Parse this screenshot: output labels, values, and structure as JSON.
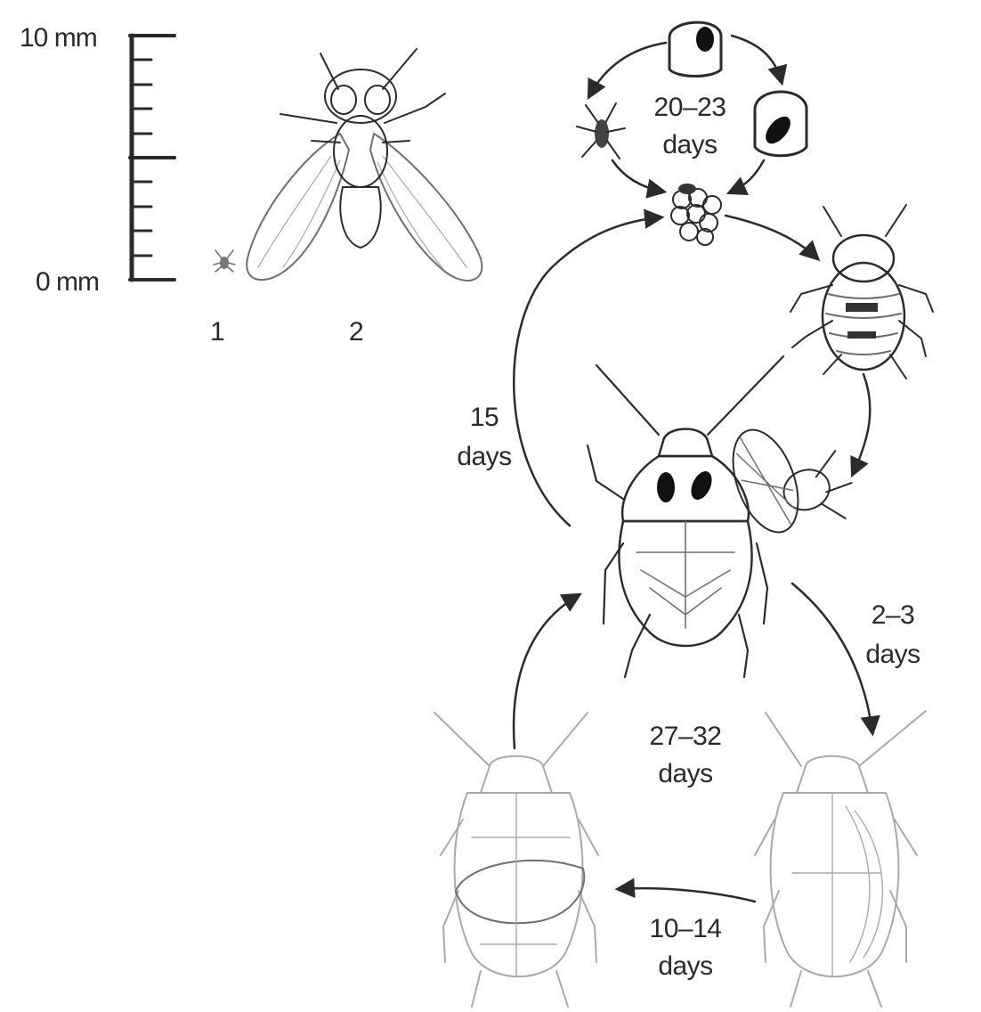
{
  "scale": {
    "top_label": "10 mm",
    "bottom_label": "0 mm"
  },
  "figure_numbers": [
    "1",
    "2"
  ],
  "cycle": {
    "egg_stage": {
      "line1": "20–23",
      "line2": "days"
    },
    "adult_to_egg": {
      "line1": "15",
      "line2": "days"
    },
    "adult_to_stage": {
      "line1": "2–3",
      "line2": "days"
    },
    "center": {
      "line1": "27–32",
      "line2": "days"
    },
    "bottom": {
      "line1": "10–14",
      "line2": "days"
    }
  },
  "colors": {
    "ink": "#2b2b2b",
    "background": "#ffffff"
  }
}
